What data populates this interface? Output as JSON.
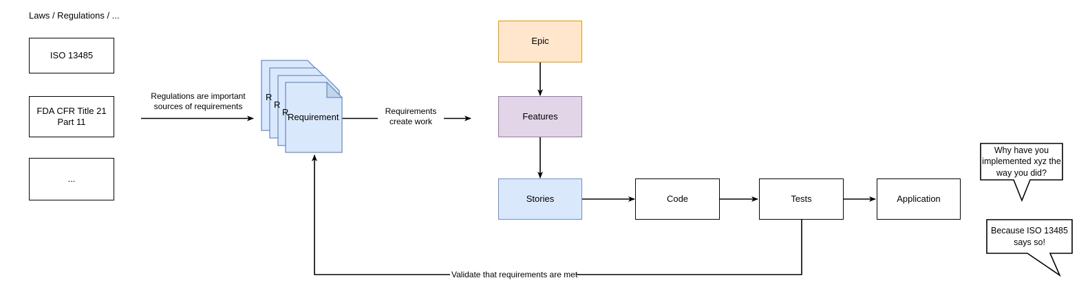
{
  "diagram": {
    "title_label": "Laws / Regulations / ...",
    "regulations": [
      {
        "label": "ISO 13485"
      },
      {
        "label": "FDA CFR Title 21\nPart 11"
      },
      {
        "label": "..."
      }
    ],
    "requirement_stack": {
      "front_label": "Requirement",
      "back_labels": [
        "R",
        "R",
        "R"
      ],
      "fill": "#dae8fc",
      "stroke": "#6c8ebf"
    },
    "work_items": [
      {
        "name": "epic",
        "label": "Epic",
        "fill": "#ffe6cc",
        "stroke": "#d79b00"
      },
      {
        "name": "features",
        "label": "Features",
        "fill": "#e1d5e7",
        "stroke": "#9673a6"
      },
      {
        "name": "stories",
        "label": "Stories",
        "fill": "#dae8fc",
        "stroke": "#6c8ebf"
      }
    ],
    "pipeline": [
      {
        "name": "code",
        "label": "Code"
      },
      {
        "name": "tests",
        "label": "Tests"
      },
      {
        "name": "application",
        "label": "Application"
      }
    ],
    "edge_labels": {
      "regulations_to_requirement": "Regulations are important\nsources of requirements",
      "requirement_to_work": "Requirements\ncreate work",
      "validation_loop": "Validate that requirements are met"
    },
    "speech_bubbles": [
      {
        "name": "question",
        "text": "Why have you\nimplemented xyz the\nway you did?"
      },
      {
        "name": "answer",
        "text": "Because ISO 13485\nsays so!"
      }
    ],
    "colors": {
      "stroke_black": "#000000",
      "epic_fill": "#ffe6cc",
      "epic_stroke": "#d79b00",
      "features_fill": "#e1d5e7",
      "features_stroke": "#9673a6",
      "stories_fill": "#dae8fc",
      "stories_stroke": "#6c8ebf"
    }
  }
}
